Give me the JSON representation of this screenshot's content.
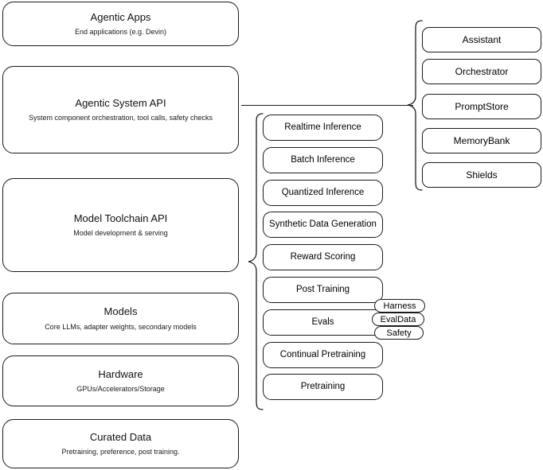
{
  "diagram": {
    "title": "AI stack layers diagram",
    "stroke_color": "#1a1a1a",
    "background_color": "#ffffff"
  },
  "layers": [
    {
      "id": "agentic-apps",
      "title": "Agentic Apps",
      "subtitle": "End applications (e.g. Devin)"
    },
    {
      "id": "agentic-system-api",
      "title": "Agentic System API",
      "subtitle": "System component orchestration, tool calls, safety checks"
    },
    {
      "id": "model-toolchain-api",
      "title": "Model Toolchain API",
      "subtitle": "Model development & serving"
    },
    {
      "id": "models",
      "title": "Models",
      "subtitle": "Core LLMs, adapter weights, secondary models"
    },
    {
      "id": "hardware",
      "title": "Hardware",
      "subtitle": "GPUs/Accelerators/Storage"
    },
    {
      "id": "curated-data",
      "title": "Curated Data",
      "subtitle": "Pretraining, preference, post training."
    }
  ],
  "toolchain_components": [
    {
      "id": "realtime-inference",
      "label": "Realtime Inference"
    },
    {
      "id": "batch-inference",
      "label": "Batch Inference"
    },
    {
      "id": "quantized-inference",
      "label": "Quantized Inference"
    },
    {
      "id": "synthetic-data-generation",
      "label": "Synthetic Data Generation"
    },
    {
      "id": "reward-scoring",
      "label": "Reward Scoring"
    },
    {
      "id": "post-training",
      "label": "Post Training"
    },
    {
      "id": "evals",
      "label": "Evals"
    },
    {
      "id": "continual-pretraining",
      "label": "Continual Pretraining"
    },
    {
      "id": "pretraining",
      "label": "Pretraining"
    }
  ],
  "evals_subcomponents": [
    {
      "id": "harness",
      "label": "Harness"
    },
    {
      "id": "evaldata",
      "label": "EvalData"
    },
    {
      "id": "safety",
      "label": "Safety"
    }
  ],
  "system_components": [
    {
      "id": "assistant",
      "label": "Assistant"
    },
    {
      "id": "orchestrator",
      "label": "Orchestrator"
    },
    {
      "id": "promptstore",
      "label": "PromptStore"
    },
    {
      "id": "memorybank",
      "label": "MemoryBank"
    },
    {
      "id": "shields",
      "label": "Shields"
    }
  ]
}
